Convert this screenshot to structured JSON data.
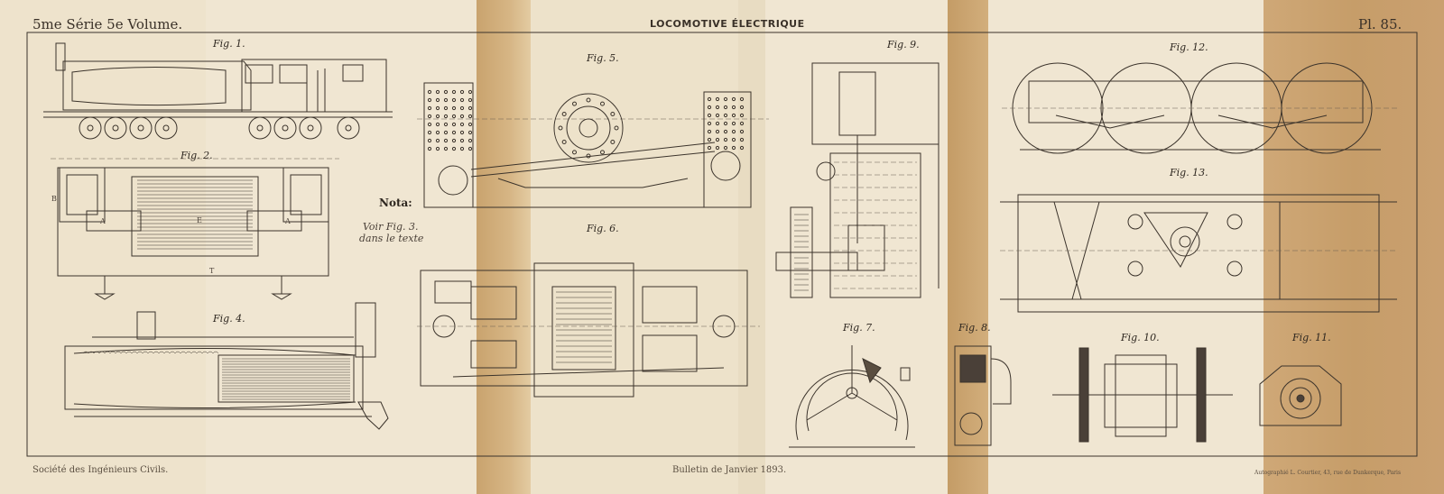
{
  "header": {
    "left": "5me Série 5e Volume.",
    "center": "LOCOMOTIVE ÉLECTRIQUE",
    "right": "Pl. 85."
  },
  "footer": {
    "left": "Société des Ingénieurs Civils.",
    "center": "Bulletin de Janvier 1893.",
    "right": "Autographié L. Courtier, 43, rue de Dunkerque, Paris"
  },
  "figures": {
    "fig1": "Fig. 1.",
    "fig2": "Fig. 2.",
    "fig4": "Fig. 4.",
    "fig5": "Fig. 5.",
    "fig6": "Fig. 6.",
    "fig7": "Fig. 7.",
    "fig8": "Fig. 8.",
    "fig9": "Fig. 9.",
    "fig10": "Fig. 10.",
    "fig11": "Fig. 11.",
    "fig12": "Fig. 12.",
    "fig13": "Fig. 13."
  },
  "nota": {
    "title": "Nota:",
    "line1": "Voir Fig. 3.",
    "line2": "dans le texte"
  },
  "labels": {
    "b": "B",
    "a1": "A",
    "a2": "A",
    "e": "E",
    "t": "T"
  },
  "colors": {
    "paper": "#f0e6d2",
    "fold_tint": "#c9a574",
    "ink": "#3b332b"
  }
}
